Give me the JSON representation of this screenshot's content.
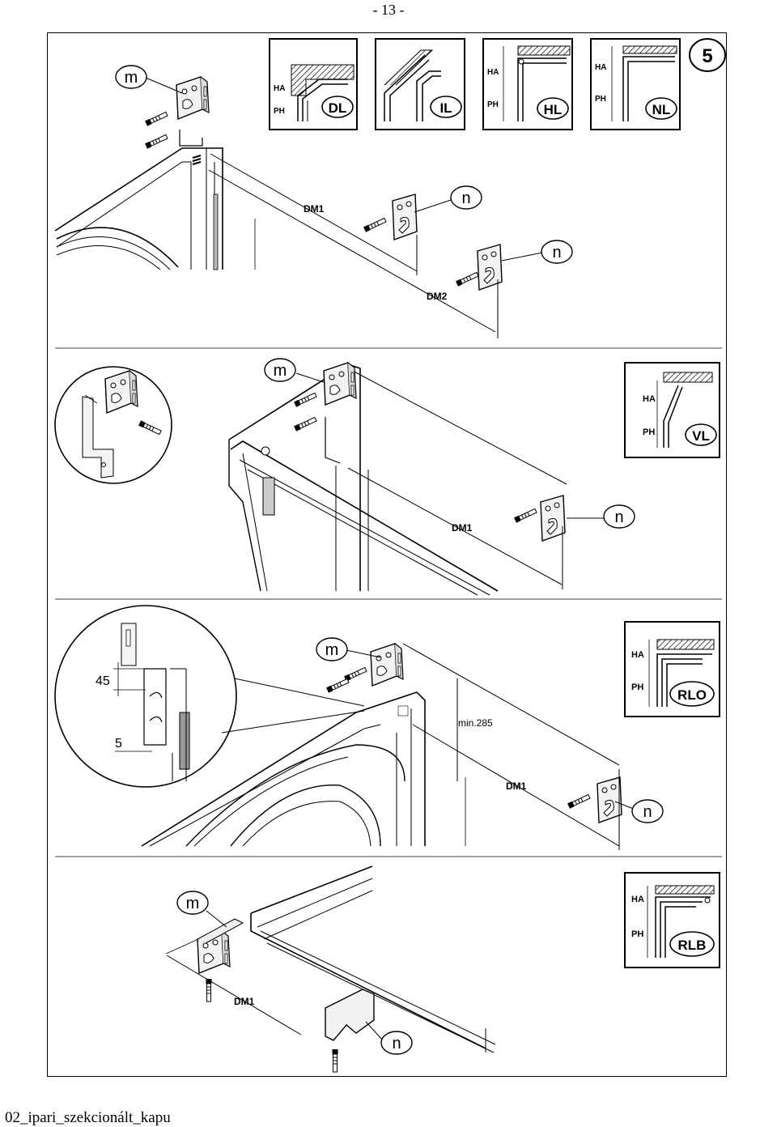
{
  "page_number": "- 13 -",
  "footer": "02_ipari_szekcionált_kapu",
  "step_number": "5",
  "callouts": {
    "m": "m",
    "n": "n"
  },
  "dimensions": {
    "dm1": "DM1",
    "dm2": "DM2",
    "min": "min.285",
    "d45": "45",
    "d5": "5"
  },
  "profile": {
    "ha": "HA",
    "ph": "PH"
  },
  "track_types": [
    "DL",
    "IL",
    "HL",
    "NL",
    "VL",
    "RLO",
    "RLB"
  ]
}
